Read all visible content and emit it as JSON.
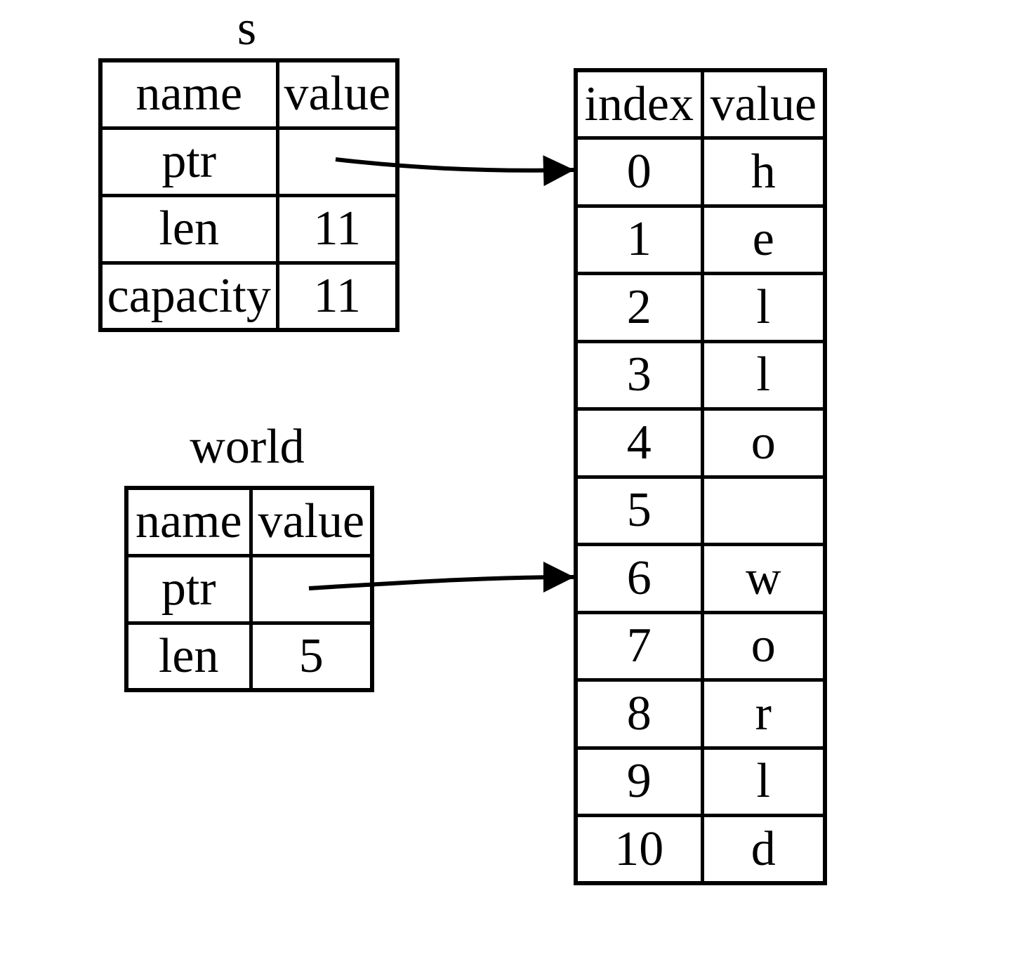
{
  "diagram": {
    "colors": {
      "foreground": "#000000",
      "background": "#ffffff"
    },
    "s": {
      "title": "s",
      "headers": {
        "name": "name",
        "value": "value"
      },
      "rows": [
        {
          "name": "ptr",
          "value": ""
        },
        {
          "name": "len",
          "value": "11"
        },
        {
          "name": "capacity",
          "value": "11"
        }
      ]
    },
    "world": {
      "title": "world",
      "headers": {
        "name": "name",
        "value": "value"
      },
      "rows": [
        {
          "name": "ptr",
          "value": ""
        },
        {
          "name": "len",
          "value": "5"
        }
      ]
    },
    "memory": {
      "headers": {
        "index": "index",
        "value": "value"
      },
      "rows": [
        {
          "index": "0",
          "value": "h"
        },
        {
          "index": "1",
          "value": "e"
        },
        {
          "index": "2",
          "value": "l"
        },
        {
          "index": "3",
          "value": "l"
        },
        {
          "index": "4",
          "value": "o"
        },
        {
          "index": "5",
          "value": ""
        },
        {
          "index": "6",
          "value": "w"
        },
        {
          "index": "7",
          "value": "o"
        },
        {
          "index": "8",
          "value": "r"
        },
        {
          "index": "9",
          "value": "l"
        },
        {
          "index": "10",
          "value": "d"
        }
      ]
    },
    "arrows": [
      {
        "name": "s-ptr-arrow",
        "from": "s.ptr",
        "to": "memory.row.0"
      },
      {
        "name": "world-ptr-arrow",
        "from": "world.ptr",
        "to": "memory.row.6"
      }
    ]
  }
}
